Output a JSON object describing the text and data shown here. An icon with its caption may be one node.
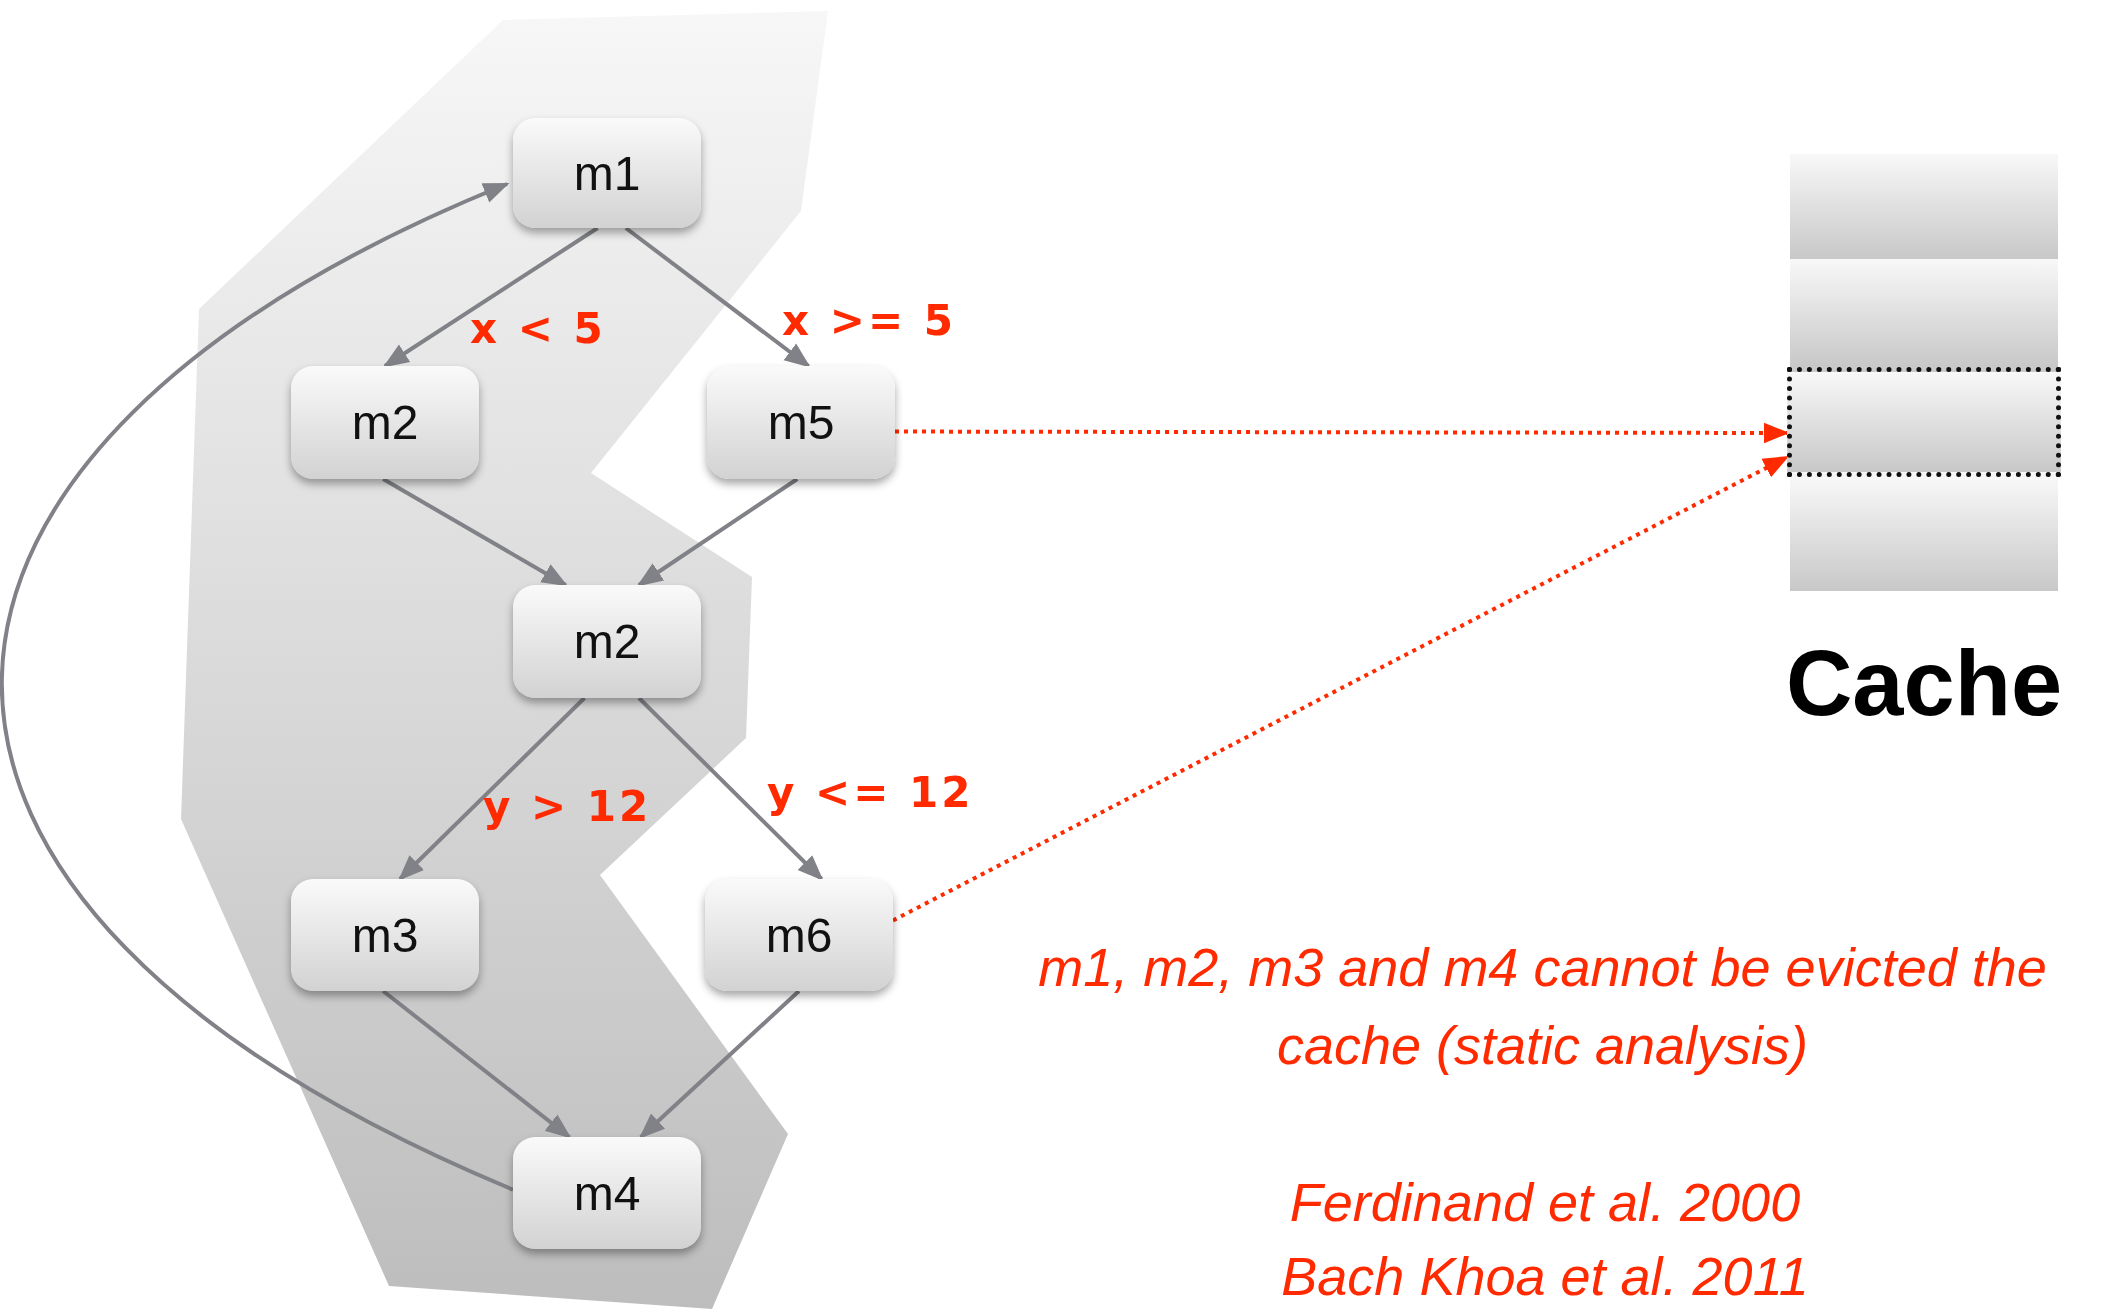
{
  "diagram": {
    "nodes": [
      {
        "text": [
          "m1"
        ]
      },
      {
        "text": [
          "m2"
        ]
      },
      {
        "text": [
          "m5"
        ]
      },
      {
        "text": [
          "m2"
        ]
      },
      {
        "text": [
          "m3"
        ]
      },
      {
        "text": [
          "m6"
        ]
      },
      {
        "text": [
          "m4"
        ]
      },
      {
        "text": [
          "Cache"
        ]
      },
      {
        "text": [],
        "shape": "box",
        "in": 7
      },
      {
        "text": [],
        "shape": "box",
        "in": 7
      },
      {
        "text": [],
        "shape": "box",
        "in": 7
      },
      {
        "text": [],
        "shape": "box",
        "in": 7
      }
    ],
    "edges": [
      {
        "from": 0,
        "to": 1,
        "arrow": "to",
        "label": "x < 5"
      },
      {
        "from": 0,
        "to": 2,
        "arrow": "to",
        "label": "x >= 5"
      },
      {
        "from": 1,
        "to": 3,
        "arrow": "to"
      },
      {
        "from": 2,
        "to": 3,
        "arrow": "to"
      },
      {
        "from": 3,
        "to": 4,
        "arrow": "to",
        "label": "y > 12"
      },
      {
        "from": 3,
        "to": 5,
        "arrow": "to",
        "label": "y <= 12"
      },
      {
        "from": 4,
        "to": 6,
        "arrow": "to"
      },
      {
        "from": 5,
        "to": 6,
        "arrow": "to"
      },
      {
        "from": 6,
        "to": 0,
        "arrow": "to"
      },
      {
        "from": 2,
        "to": 10,
        "arrow": "to",
        "style": "dashed",
        "color": "#ff2a00"
      },
      {
        "from": 5,
        "to": 10,
        "arrow": "to",
        "style": "dashed",
        "color": "#ff2a00"
      }
    ],
    "labels": [
      "m1, m2, m3 and m4 cannot be evicted the cache (static analysis)",
      "Ferdinand et al. 2000",
      "Bach Khoa et al. 2011"
    ]
  }
}
